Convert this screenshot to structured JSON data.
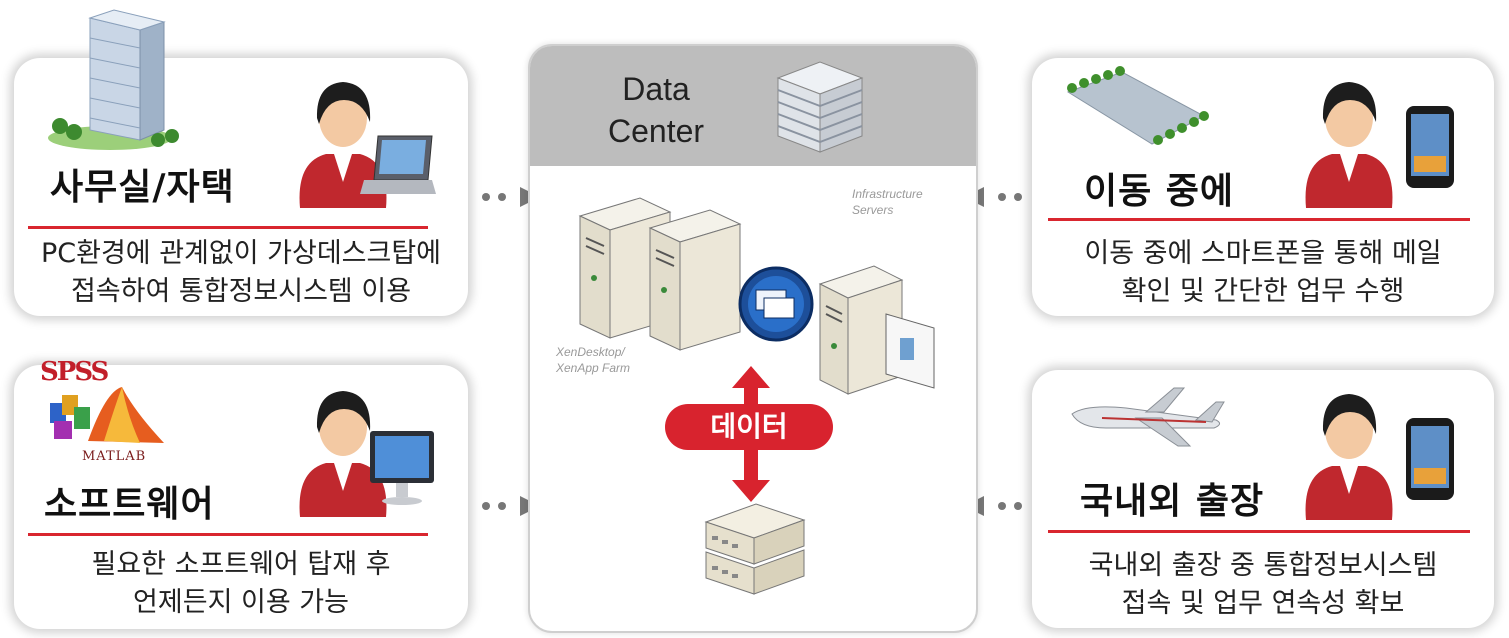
{
  "panels": {
    "office": {
      "title": "사무실/자택",
      "desc1": "PC환경에 관계없이 가상데스크탑에",
      "desc2": "접속하여 통합정보시스템 이용"
    },
    "software": {
      "title": "소프트웨어",
      "desc1": "필요한 소프트웨어 탑재 후",
      "desc2": "언제든지 이용 가능",
      "logo_top": "SPSS",
      "logo_bottom": "MATLAB"
    },
    "mobile": {
      "title": "이동 중에",
      "desc1": "이동 중에 스마트폰을 통해 메일",
      "desc2": "확인 및 간단한 업무 수행"
    },
    "travel": {
      "title": "국내외 출장",
      "desc1": "국내외 출장 중 통합정보시스템",
      "desc2": "접속 및 업무 연속성 확보"
    }
  },
  "datacenter": {
    "title1": "Data",
    "title2": "Center",
    "farm1": "XenDesktop/",
    "farm2": "XenApp Farm",
    "infra1": "Infrastructure",
    "infra2": "Servers",
    "data_label": "데이터"
  },
  "icons": [
    "office-building-icon",
    "person-laptop-icon",
    "software-logo-icon",
    "person-monitor-icon",
    "road-icon",
    "person-phone-icon",
    "airplane-icon",
    "server-rack-icon",
    "database-icon",
    "citrix-icon",
    "storage-icon"
  ],
  "colors": {
    "accent": "#d9262f",
    "header": "#bdbdbd"
  }
}
